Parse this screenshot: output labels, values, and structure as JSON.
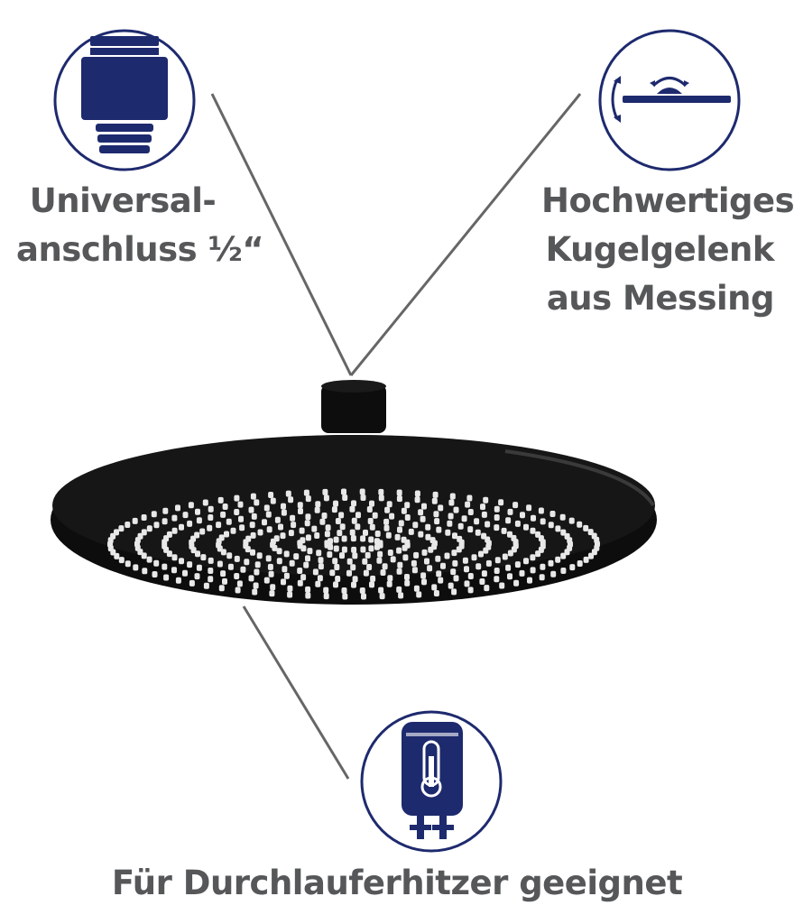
{
  "features": {
    "connector": {
      "icon": "threaded-connector-icon",
      "lines": [
        "Universal-",
        "anschluss ½“"
      ]
    },
    "ball_joint": {
      "icon": "ball-joint-tilt-icon",
      "lines": [
        "Hochwertiges",
        "Kugelgelenk",
        "aus Messing"
      ]
    },
    "water_heater": {
      "icon": "water-heater-thermometer-icon",
      "lines": [
        "Für Durchlauferhitzer geeignet"
      ]
    }
  },
  "product": {
    "icon": "round-rain-shower-head-icon"
  },
  "colors": {
    "icon_navy": "#1e2a6e",
    "label_gray": "#555759",
    "leader_line": "#666666",
    "shower_black": "#0d0d0d",
    "nozzle": "#e8e8e8"
  }
}
